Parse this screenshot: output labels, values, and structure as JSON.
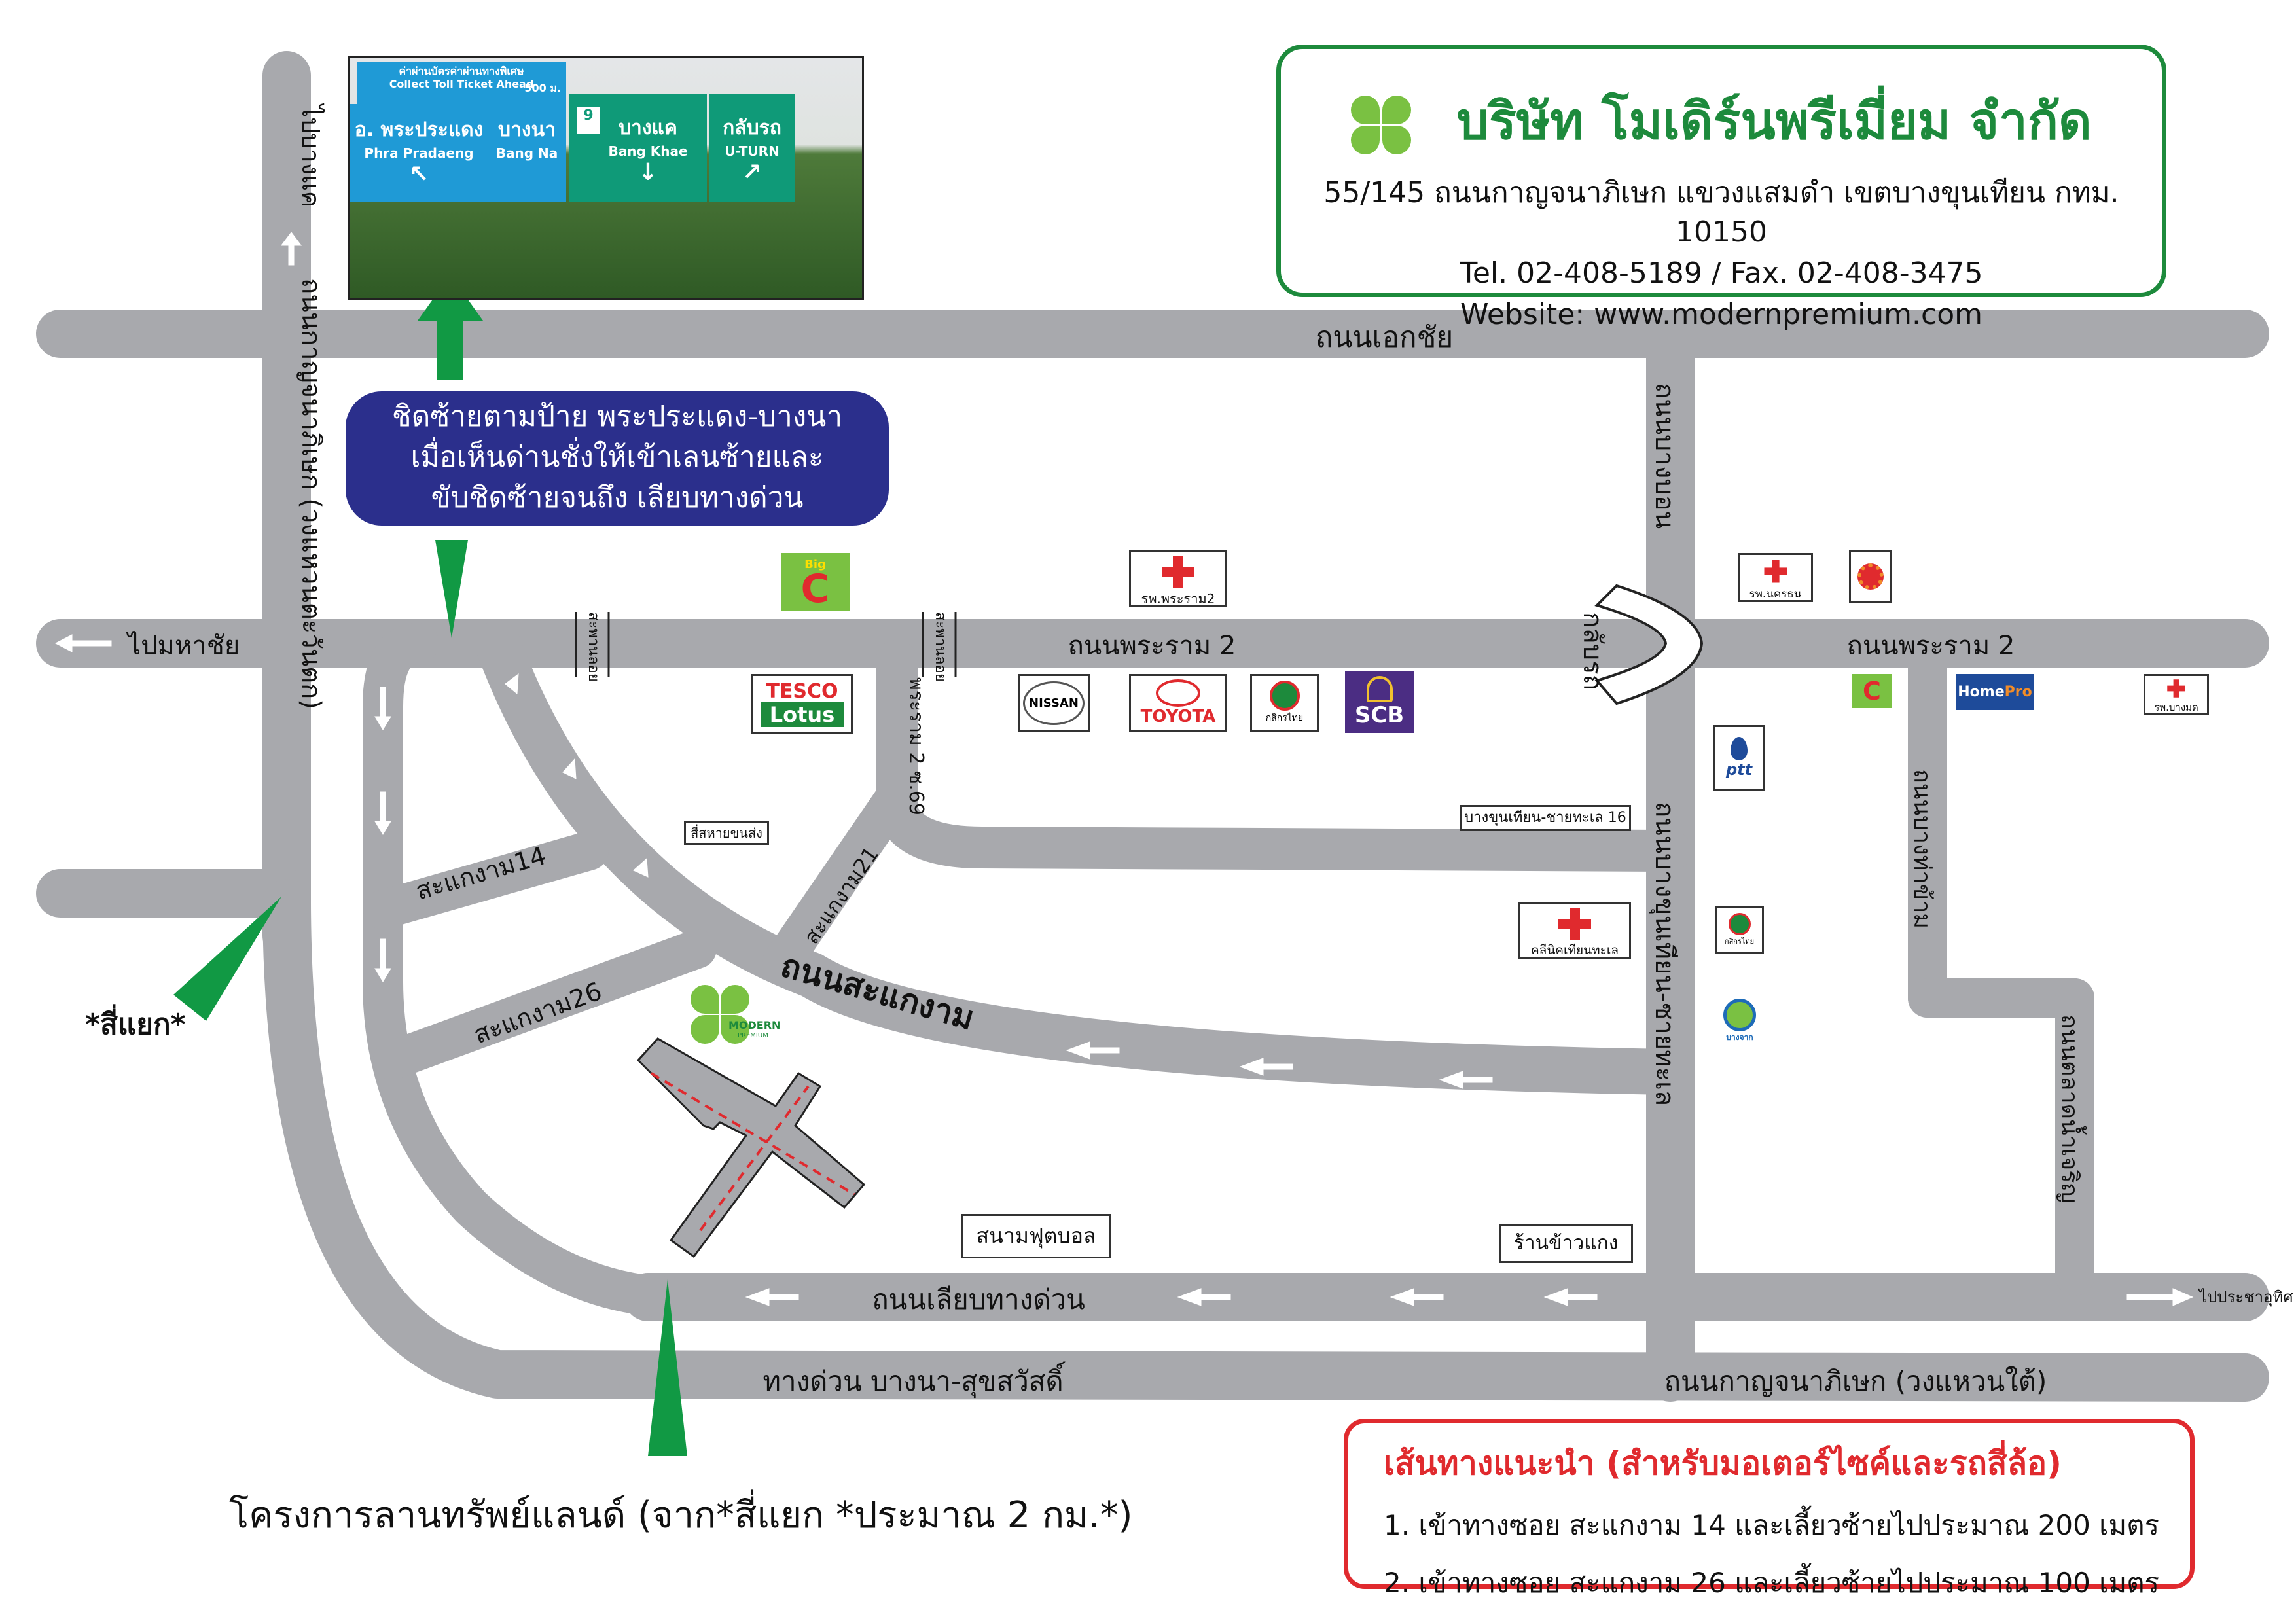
{
  "company": {
    "name": "บริษัท โมเดิร์นพรีเมี่ยม จำกัด",
    "address": "55/145 ถนนกาญจนาภิเษก แขวงแสมดำ เขตบางขุนเทียน กทม. 10150",
    "phone": "Tel. 02-408-5189 / Fax. 02-408-3475",
    "website": "Website: www.modernpremium.com",
    "logo_text": "MODERN",
    "logo_sub": "PREMIUM"
  },
  "directions_box": {
    "line1": "ชิดซ้ายตามป้าย พระประแดง-บางนา",
    "line2": "เมื่อเห็นด่านชั่งให้เข้าเลนซ้ายและ",
    "line3": "ขับชิดซ้ายจนถึง เลียบทางด่วน"
  },
  "sign_photo": {
    "top_sign": "ค่าผ่านบัตรค่าผ่านทางพิเศษ",
    "top_sign_en": "Collect Toll Ticket Ahead",
    "top_sign_dist": "500 ม.",
    "sign1_th": "อ. พระประแดง",
    "sign1_en": "Phra Pradaeng",
    "sign2_th": "บางนา",
    "sign2_en": "Bang Na",
    "sign3_th": "บางแค",
    "sign3_en": "Bang Khae",
    "sign3_route": "9",
    "sign4_th": "กลับรถ",
    "sign4_en": "U-TURN"
  },
  "roads": {
    "ekachai": "ถนนเอกชัย",
    "rama2_left": "ถนนพระราม 2",
    "rama2_right": "ถนนพระราม 2",
    "kanchana_west": "ถนนกาญจนาภิเษก (วงแหวนตะวันตก)",
    "kanchana_south": "ถนนกาญจนาภิเษก (วงแหวนใต้)",
    "bang_bon": "ถนนบางบอน",
    "bangkhunthian": "ถนนบางขุนเทียน-ชายทะเล",
    "sakaengam": "ถนนสะแกงาม",
    "liap_tang_duan": "ถนนเลียบทางด่วน",
    "expressway": "ทางด่วน บางนา-สุขสวัสดิ์",
    "bang_tha_kham": "ถนนบางท่าข้าม",
    "talad_nam": "ถนนตลาดน้ำเจริญ",
    "soi14": "สะแกงาม14",
    "soi26": "สะแกงาม26",
    "soi21": "สะแกงาม21",
    "rama2_69": "พระราม 2 ซ.69",
    "bkt16": "บางขุนเทียน-ชายทะเล 16",
    "to_bangkhae": "ไปบางแค",
    "to_mahachai": "ไปมหาชัย",
    "to_prachautit": "ไปประชาอุทิศ",
    "uturn": "กลับรถ",
    "overpass1": "สะพานลอย",
    "overpass2": "สะพานลอย",
    "intersection": "*สี่แยก*"
  },
  "pois": {
    "hospital_rama2": "รพ.พระราม2",
    "hospital_nakhon": "รพ.นครธน",
    "hospital_bangmod": "รพ.บางมด",
    "clinic": "คลีนิคเทียนทะเล",
    "police": "สี่สหายขนส่ง",
    "football": "สนามฟุตบอล",
    "restaurant": "ร้านข้าวแกง",
    "tesco_1": "TESCO",
    "tesco_2": "Lotus",
    "nissan": "NISSAN",
    "toyota": "TOYOTA",
    "kasikorn": "กสิกรไทย",
    "kasikorn2": "กสิกรไทย",
    "scb": "SCB",
    "ptt": "ptt",
    "bangchak": "บางจาก",
    "homepro_1": "Home",
    "homepro_2": "Pro",
    "bigc": "C",
    "bigc_small": "Big",
    "bigc2": "C"
  },
  "route_box": {
    "title": "เส้นทางแนะนำ  (สำหรับมอเตอร์ไซค์และรถสี่ล้อ)",
    "step1": "1. เข้าทางซอย สะแกงาม 14 และเลี้ยวซ้ายไปประมาณ 200 เมตร",
    "step2": "2. เข้าทางซอย สะแกงาม 26 และเลี้ยวซ้ายไปประมาณ 100 เมตร"
  },
  "bottom_caption": "โครงการลานทรัพย์แลนด์ (จาก*สี่แยก *ประมาณ 2 กม.*)",
  "colors": {
    "brand_green": "#1d8a3c",
    "road_gray": "#a8a9ad",
    "direction_blue": "#2b2f8c",
    "route_red": "#e02a2e"
  }
}
